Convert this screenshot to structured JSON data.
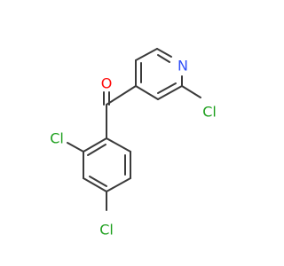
{
  "molecule": {
    "atoms": {
      "oxygen": {
        "label": "O",
        "color": "#ff0d0d"
      },
      "nitrogen": {
        "label": "N",
        "color": "#3050f8"
      },
      "cl_pyridine": {
        "label": "Cl",
        "color": "#1fa01f"
      },
      "cl_ortho": {
        "label": "Cl",
        "color": "#1fa01f"
      },
      "cl_para": {
        "label": "Cl",
        "color": "#1fa01f"
      }
    },
    "bond_color": "#3a3a3a"
  }
}
